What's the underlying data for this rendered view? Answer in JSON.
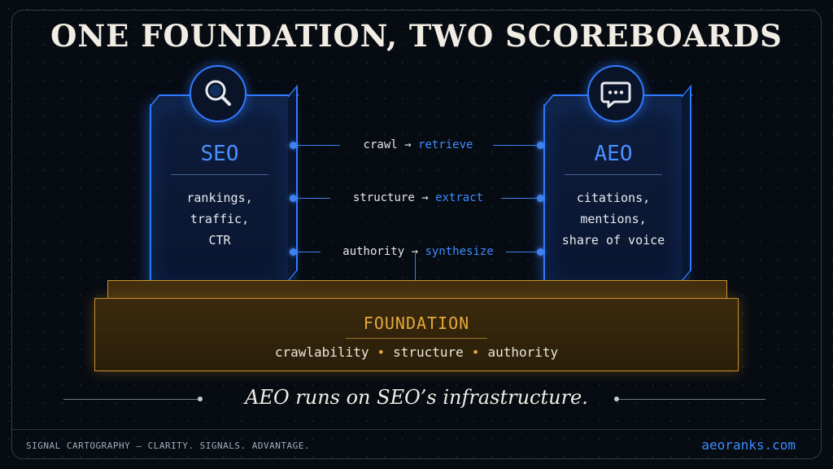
{
  "title": "ONE FOUNDATION, TWO SCOREBOARDS",
  "left_pillar": {
    "name": "SEO",
    "icon": "magnifier-icon",
    "metrics": [
      "rankings,",
      "traffic,",
      "CTR"
    ]
  },
  "right_pillar": {
    "name": "AEO",
    "icon": "chat-bubble-icon",
    "metrics": [
      "citations,",
      "mentions,",
      "share of voice"
    ]
  },
  "connectors": [
    {
      "from": "crawl",
      "arrow": "→",
      "to": "retrieve"
    },
    {
      "from": "structure",
      "arrow": "→",
      "to": "extract"
    },
    {
      "from": "authority",
      "arrow": "→",
      "to": "synthesize"
    }
  ],
  "foundation": {
    "title": "FOUNDATION",
    "items": [
      "crawlability",
      "structure",
      "authority"
    ],
    "separator": "•"
  },
  "tagline": "AEO runs on SEO’s infrastructure.",
  "footer": {
    "left": "SIGNAL CARTOGRAPHY — CLARITY. SIGNALS. ADVANTAGE.",
    "right": "aeoranks.com"
  },
  "colors": {
    "background": "#070b12",
    "pillar_blue": "#2f7bff",
    "accent_blue": "#3d8dff",
    "foundation_gold": "#c9912b",
    "text_light": "#e8eaf0"
  }
}
